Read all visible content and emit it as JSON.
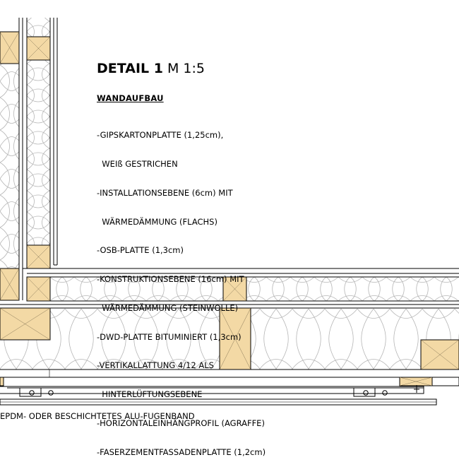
{
  "detail": {
    "title": "DETAIL 1",
    "scale": "M 1:5"
  },
  "wall_build_up": {
    "heading": "WANDAUFBAU",
    "layers": [
      "-GIPSKARTONPLATTE (1,25cm),",
      "  WEIß GESTRICHEN",
      "-INSTALLATIONSEBENE (6cm) MIT",
      "  WÄRMEDÄMMUNG (FLACHS)",
      "-OSB-PLATTE (1,3cm)",
      "-KONSTRUKTIONSEBENE (16cm) MIT",
      "  WÄRMEDÄMMUNG (STEINWOLLE)",
      "-DWD-PLATTE BITUMINIERT (1,3cm)",
      "-VERTIKALLATTUNG 4/12 ALS",
      "  HINTERLÜFTUNGSEBENE",
      "-HORIZONTALEINHÄNGPROFIL (AGRAFFE)",
      "-FASERZEMENTFASSADENPLATTE (1,2cm)"
    ]
  },
  "annotation": {
    "joint_tape": "EPDM- ODER BESCHICHTETES ALU-FUGENBAND"
  },
  "colors": {
    "timber": "#F3D9A5",
    "line": "#000000",
    "insulation_line": "#b5b5b5"
  }
}
